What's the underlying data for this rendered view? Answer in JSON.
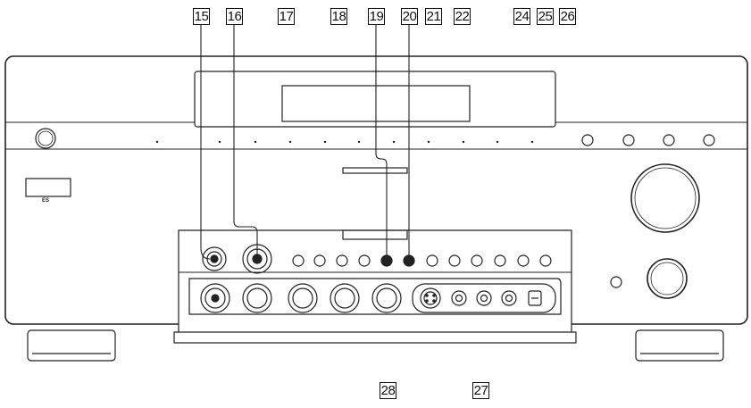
{
  "callouts_top": [
    "15",
    "16",
    "17",
    "18",
    "19",
    "20",
    "21",
    "22",
    "24",
    "25",
    "26"
  ],
  "callouts_bottom": [
    "28",
    "27"
  ],
  "badge_text": "ES"
}
